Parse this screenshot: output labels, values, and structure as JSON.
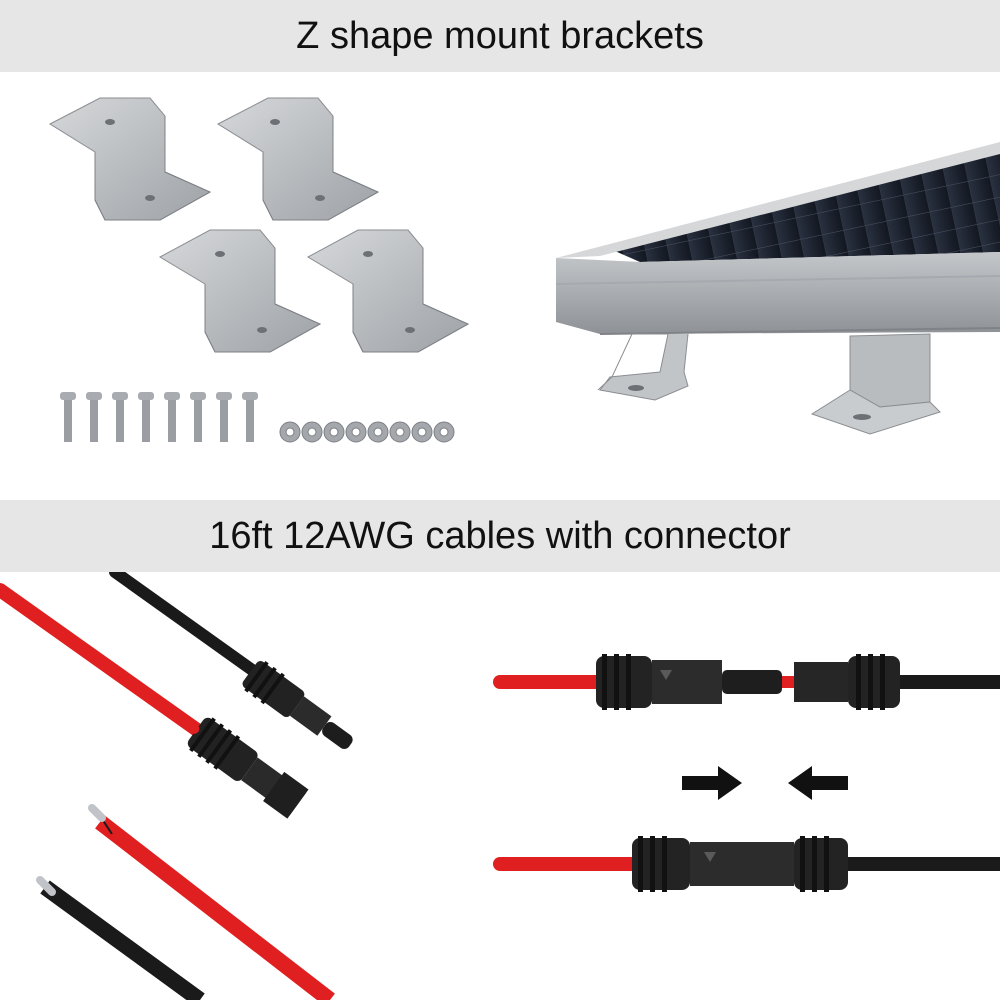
{
  "sections": {
    "brackets": {
      "heading": "Z shape mount brackets"
    },
    "cables": {
      "heading": "16ft  12AWG cables with connector"
    }
  },
  "colors": {
    "banner_bg": "#e6e6e6",
    "bracket_metal": "#b9bcbf",
    "panel_cell": "#1c2330",
    "cable_red": "#e02020",
    "cable_black": "#1a1a1a"
  },
  "counts": {
    "brackets": 4,
    "screws": 8,
    "nuts": 8
  },
  "icons": {
    "push_arrows": [
      "arrow-right-icon",
      "arrow-left-icon"
    ]
  }
}
